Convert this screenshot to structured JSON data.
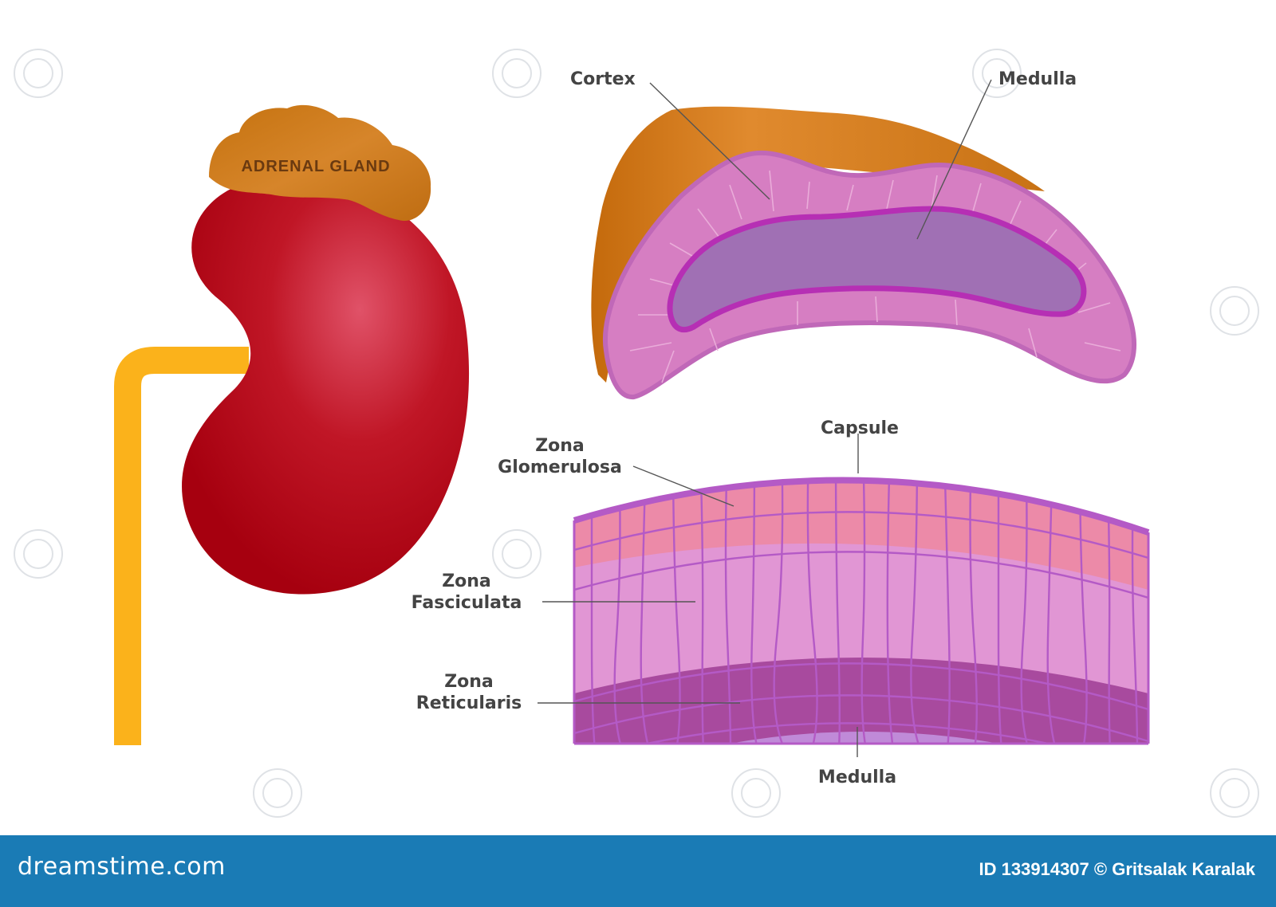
{
  "diagram": {
    "kidney_gland_label": "ADRENAL GLAND",
    "cross_section": {
      "cortex_label": "Cortex",
      "medulla_label": "Medulla"
    },
    "zones": {
      "capsule_label": "Capsule",
      "glomerulosa_line1": "Zona",
      "glomerulosa_line2": "Glomerulosa",
      "fasciculata_line1": "Zona",
      "fasciculata_line2": "Fasciculata",
      "reticularis_line1": "Zona",
      "reticularis_line2": "Reticularis",
      "medulla_label": "Medulla"
    }
  },
  "footer": {
    "brand": "dreamstime.com",
    "credit": "ID 133914307 © Gritsalak Karalak"
  },
  "colors": {
    "kidney": "#b0101c",
    "adrenal": "#c9781a",
    "ureter": "#fbb21b",
    "cortex_pink": "#d67ec2",
    "medulla_purple": "#a070b4",
    "footer_bg": "#1a7bb5"
  }
}
